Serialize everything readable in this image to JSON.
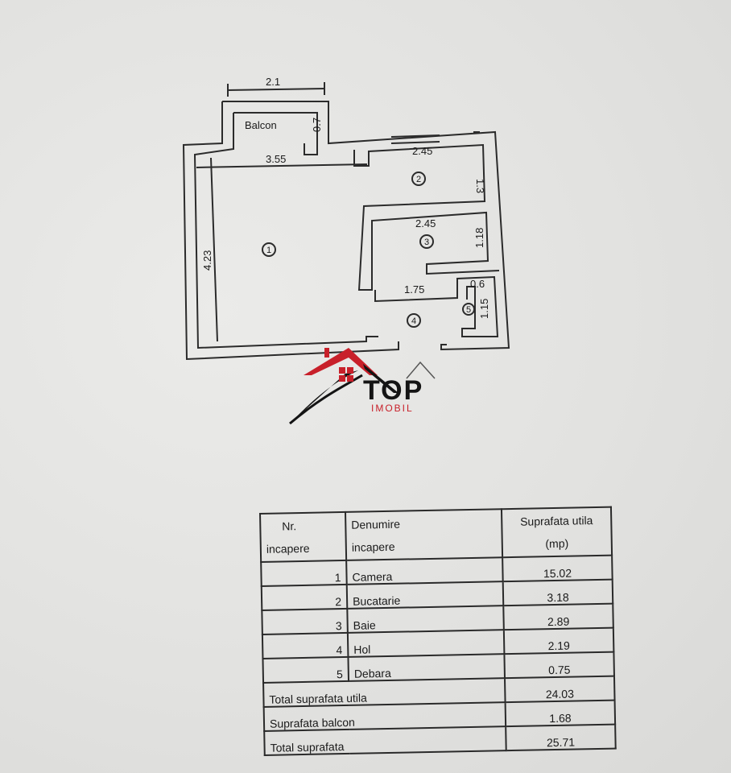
{
  "floor_plan": {
    "balcony_label": "Balcon",
    "dimensions": {
      "balcony_width": "2.1",
      "balcony_depth": "0.7",
      "room1_width": "3.55",
      "room1_length": "4.23",
      "kitchen_width": "2.45",
      "kitchen_depth": "1.3",
      "bath_width": "2.45",
      "bath_depth": "1.18",
      "hall_width": "1.75",
      "storage_width": "0.6",
      "storage_depth": "1.15"
    },
    "room_numbers": [
      "1",
      "2",
      "3",
      "4",
      "5"
    ]
  },
  "logo": {
    "top_text": "TOP",
    "sub_text": "IMOBIL",
    "colors": {
      "roof": "#c8202a",
      "dark": "#141414"
    }
  },
  "table": {
    "header": {
      "nr_line1": "Nr.",
      "nr_line2": "incapere",
      "name_line1": "Denumire",
      "name_line2": "incapere",
      "area_line1": "Suprafata utila",
      "area_line2": "(mp)"
    },
    "rows": [
      {
        "nr": "1",
        "name": "Camera",
        "area": "15.02"
      },
      {
        "nr": "2",
        "name": "Bucatarie",
        "area": "3.18"
      },
      {
        "nr": "3",
        "name": "Baie",
        "area": "2.89"
      },
      {
        "nr": "4",
        "name": "Hol",
        "area": "2.19"
      },
      {
        "nr": "5",
        "name": "Debara",
        "area": "0.75"
      }
    ],
    "summary": [
      {
        "label": "Total suprafata utila",
        "value": "24.03"
      },
      {
        "label": "Suprafata balcon",
        "value": "1.68"
      },
      {
        "label": "Total suprafata",
        "value": "25.71"
      }
    ]
  }
}
